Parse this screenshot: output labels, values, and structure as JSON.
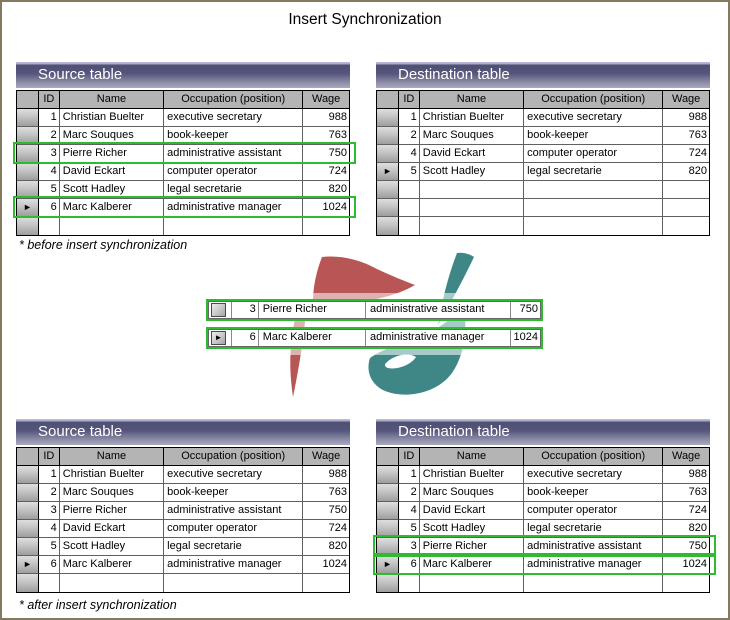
{
  "page": {
    "title": "Insert Synchronization"
  },
  "captions": {
    "before": "* before insert synchronization",
    "after": "* after insert synchronization"
  },
  "columns": {
    "selector": "",
    "id": "ID",
    "name": "Name",
    "occupation": "Occupation (position)",
    "wage": "Wage"
  },
  "icons": {
    "row_pointer": "►"
  },
  "colors": {
    "highlight_green": "#2fbb2f",
    "titlebar_dark": "#4f4f73",
    "header_gray": "#b4b4b4",
    "logo_red": "#b85555",
    "logo_teal": "#3f8787",
    "page_border": "#82795f"
  },
  "tables": [
    {
      "key": "before-source",
      "title": "Source table",
      "rows": [
        {
          "id": "1",
          "name": "Christian Buelter",
          "occupation": "executive secretary",
          "wage": "988"
        },
        {
          "id": "2",
          "name": "Marc Souques",
          "occupation": "book-keeper",
          "wage": "763"
        },
        {
          "id": "3",
          "name": "Pierre Richer",
          "occupation": "administrative assistant",
          "wage": "750"
        },
        {
          "id": "4",
          "name": "David Eckart",
          "occupation": "computer operator",
          "wage": "724"
        },
        {
          "id": "5",
          "name": "Scott Hadley",
          "occupation": "legal secretarie",
          "wage": "820"
        },
        {
          "id": "6",
          "name": "Marc Kalberer",
          "occupation": "administrative manager",
          "wage": "1024"
        }
      ],
      "empty_rows": 1,
      "pointer_row": 5,
      "highlight_rows": [
        2,
        5
      ]
    },
    {
      "key": "before-destination",
      "title": "Destination table",
      "rows": [
        {
          "id": "1",
          "name": "Christian Buelter",
          "occupation": "executive secretary",
          "wage": "988"
        },
        {
          "id": "2",
          "name": "Marc Souques",
          "occupation": "book-keeper",
          "wage": "763"
        },
        {
          "id": "4",
          "name": "David Eckart",
          "occupation": "computer operator",
          "wage": "724"
        },
        {
          "id": "5",
          "name": "Scott Hadley",
          "occupation": "legal secretarie",
          "wage": "820"
        }
      ],
      "empty_rows": 3,
      "pointer_row": 3,
      "highlight_rows": []
    },
    {
      "key": "after-source",
      "title": "Source table",
      "rows": [
        {
          "id": "1",
          "name": "Christian Buelter",
          "occupation": "executive secretary",
          "wage": "988"
        },
        {
          "id": "2",
          "name": "Marc Souques",
          "occupation": "book-keeper",
          "wage": "763"
        },
        {
          "id": "3",
          "name": "Pierre Richer",
          "occupation": "administrative assistant",
          "wage": "750"
        },
        {
          "id": "4",
          "name": "David Eckart",
          "occupation": "computer operator",
          "wage": "724"
        },
        {
          "id": "5",
          "name": "Scott Hadley",
          "occupation": "legal secretarie",
          "wage": "820"
        },
        {
          "id": "6",
          "name": "Marc Kalberer",
          "occupation": "administrative manager",
          "wage": "1024"
        }
      ],
      "empty_rows": 1,
      "pointer_row": 5,
      "highlight_rows": []
    },
    {
      "key": "after-destination",
      "title": "Destination table",
      "rows": [
        {
          "id": "1",
          "name": "Christian Buelter",
          "occupation": "executive secretary",
          "wage": "988"
        },
        {
          "id": "2",
          "name": "Marc Souques",
          "occupation": "book-keeper",
          "wage": "763"
        },
        {
          "id": "4",
          "name": "David Eckart",
          "occupation": "computer operator",
          "wage": "724"
        },
        {
          "id": "5",
          "name": "Scott Hadley",
          "occupation": "legal secretarie",
          "wage": "820"
        },
        {
          "id": "3",
          "name": "Pierre Richer",
          "occupation": "administrative assistant",
          "wage": "750"
        },
        {
          "id": "6",
          "name": "Marc Kalberer",
          "occupation": "administrative manager",
          "wage": "1024"
        }
      ],
      "empty_rows": 1,
      "pointer_row": 5,
      "highlight_rows": [
        4,
        5
      ]
    }
  ],
  "inserted_rows": [
    {
      "id": "3",
      "name": "Pierre Richer",
      "occupation": "administrative assistant",
      "wage": "750",
      "pointer": false
    },
    {
      "id": "6",
      "name": "Marc Kalberer",
      "occupation": "administrative manager",
      "wage": "1024",
      "pointer": true
    }
  ]
}
